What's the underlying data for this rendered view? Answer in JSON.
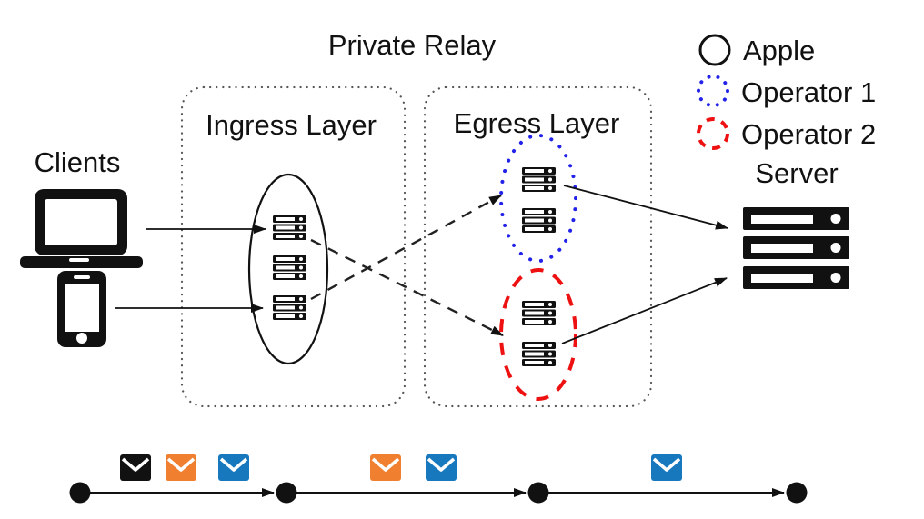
{
  "diagram": {
    "title": "Private Relay",
    "clients_label": "Clients",
    "ingress_label": "Ingress Layer",
    "egress_label": "Egress Layer",
    "server_label": "Server",
    "legend": [
      {
        "label": "Apple",
        "style": "solid-circle"
      },
      {
        "label": "Operator 1",
        "style": "dotted-circle"
      },
      {
        "label": "Operator 2",
        "style": "dashed-circle"
      }
    ],
    "colors": {
      "apple": "#111111",
      "operator1": "#2222e8",
      "operator2": "#ee1111",
      "envelope_black": "#111111",
      "envelope_orange": "#f0802f",
      "envelope_blue": "#1878be"
    },
    "timeline": {
      "node_count": 4,
      "segments": [
        {
          "envelopes": [
            "black",
            "orange",
            "blue"
          ]
        },
        {
          "envelopes": [
            "orange",
            "blue"
          ]
        },
        {
          "envelopes": [
            "blue"
          ]
        }
      ]
    }
  }
}
